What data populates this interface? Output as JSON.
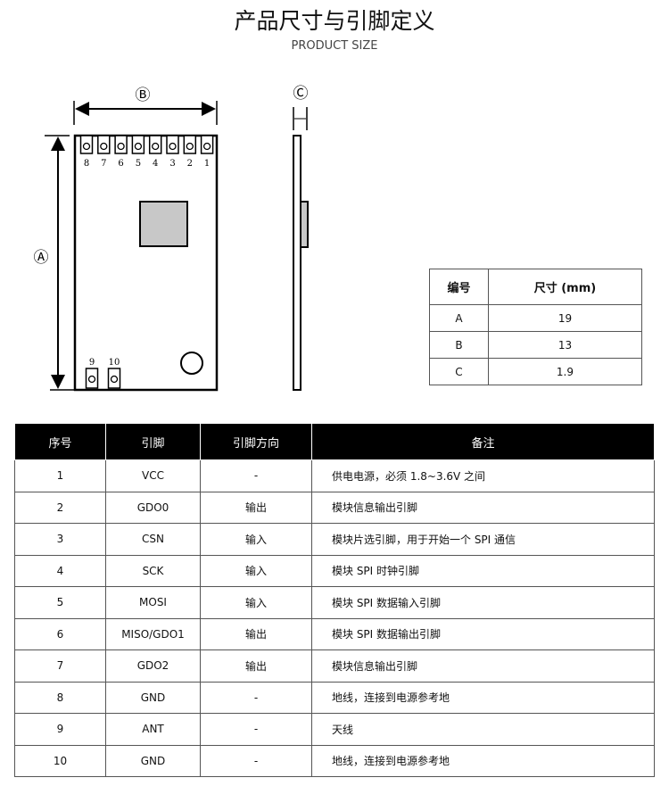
{
  "header": {
    "title": "产品尺寸与引脚定义",
    "subtitle": "PRODUCT SIZE"
  },
  "diagram": {
    "label_a": "Ⓐ",
    "label_b": "Ⓑ",
    "label_c": "Ⓒ",
    "top_pins": [
      "8",
      "7",
      "6",
      "5",
      "4",
      "3",
      "2",
      "1"
    ],
    "bottom_pins": [
      "9",
      "10"
    ]
  },
  "dimensions": {
    "headers": [
      "编号",
      "尺寸 (mm)"
    ],
    "rows": [
      [
        "A",
        "19"
      ],
      [
        "B",
        "13"
      ],
      [
        "C",
        "1.9"
      ]
    ]
  },
  "pin_table": {
    "headers": [
      "序号",
      "引脚",
      "引脚方向",
      "备注"
    ],
    "rows": [
      [
        "1",
        "VCC",
        "-",
        "供电电源，必须 1.8~3.6V 之间"
      ],
      [
        "2",
        "GDO0",
        "输出",
        "模块信息输出引脚"
      ],
      [
        "3",
        "CSN",
        "输入",
        "模块片选引脚，用于开始一个 SPI 通信"
      ],
      [
        "4",
        "SCK",
        "输入",
        "模块 SPI 时钟引脚"
      ],
      [
        "5",
        "MOSI",
        "输入",
        "模块 SPI 数据输入引脚"
      ],
      [
        "6",
        "MISO/GDO1",
        "输出",
        "模块 SPI 数据输出引脚"
      ],
      [
        "7",
        "GDO2",
        "输出",
        "模块信息输出引脚"
      ],
      [
        "8",
        "GND",
        "-",
        "地线，连接到电源参考地"
      ],
      [
        "9",
        "ANT",
        "-",
        "天线"
      ],
      [
        "10",
        "GND",
        "-",
        "地线，连接到电源参考地"
      ]
    ]
  }
}
